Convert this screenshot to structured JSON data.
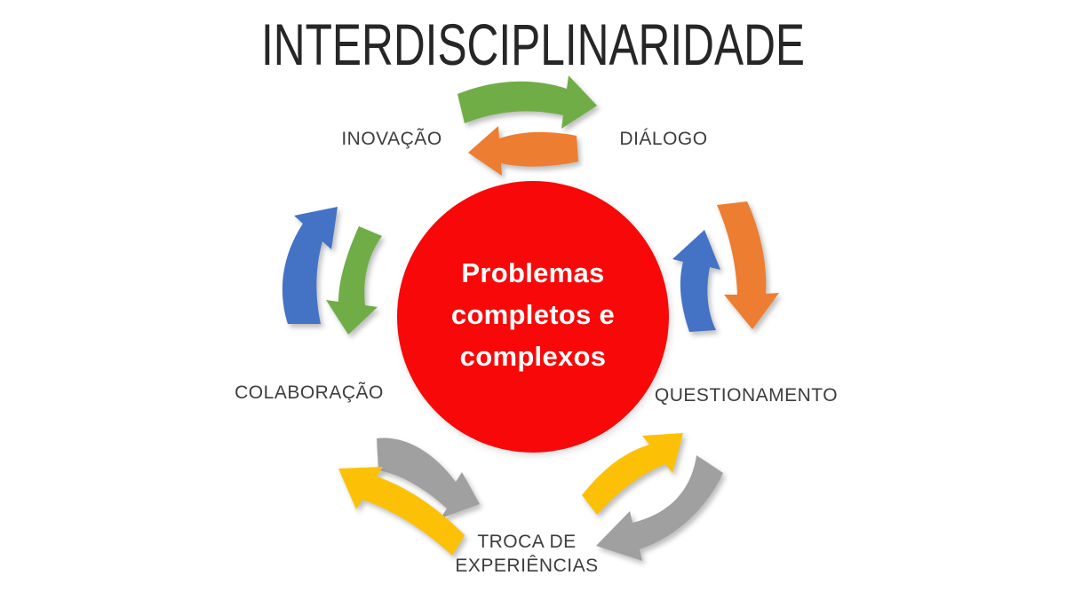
{
  "title": "INTERDISCIPLINARIDADE",
  "center_circle": {
    "line1": "Problemas",
    "line2": "completos e",
    "line3": "complexos"
  },
  "labels": {
    "inovacao": "INOVAÇÃO",
    "dialogo": "DIÁLOGO",
    "questionamento": "QUESTIONAMENTO",
    "troca_line1": "TROCA DE",
    "troca_line2": "EXPERIÊNCIAS",
    "colaboracao": "COLABORAÇÃO"
  },
  "arrows": [
    {
      "name": "top-clockwise-arrow",
      "color_key": "green",
      "direction": "right"
    },
    {
      "name": "top-counter-arrow",
      "color_key": "orange",
      "direction": "left"
    },
    {
      "name": "left-up-arrow",
      "color_key": "blue",
      "direction": "up"
    },
    {
      "name": "left-down-arrow",
      "color_key": "green",
      "direction": "down"
    },
    {
      "name": "right-up-arrow",
      "color_key": "blue",
      "direction": "up"
    },
    {
      "name": "right-down-arrow",
      "color_key": "orange",
      "direction": "down"
    },
    {
      "name": "bottom-left-down-arrow",
      "color_key": "gray",
      "direction": "down-right"
    },
    {
      "name": "bottom-left-up-arrow",
      "color_key": "yellow",
      "direction": "up-left"
    },
    {
      "name": "bottom-right-up-arrow",
      "color_key": "yellow",
      "direction": "up-right"
    },
    {
      "name": "bottom-right-down-arrow",
      "color_key": "gray",
      "direction": "down-left"
    }
  ],
  "colors": {
    "red": "#F80808",
    "green": "#70AD47",
    "orange": "#ED7D31",
    "blue": "#4472C4",
    "yellow": "#FCC107",
    "gray": "#A0A0A0",
    "title_text": "#262626",
    "label_text": "#3D3D3D",
    "center_text": "#FFFFFF",
    "background": "#FFFFFF"
  }
}
